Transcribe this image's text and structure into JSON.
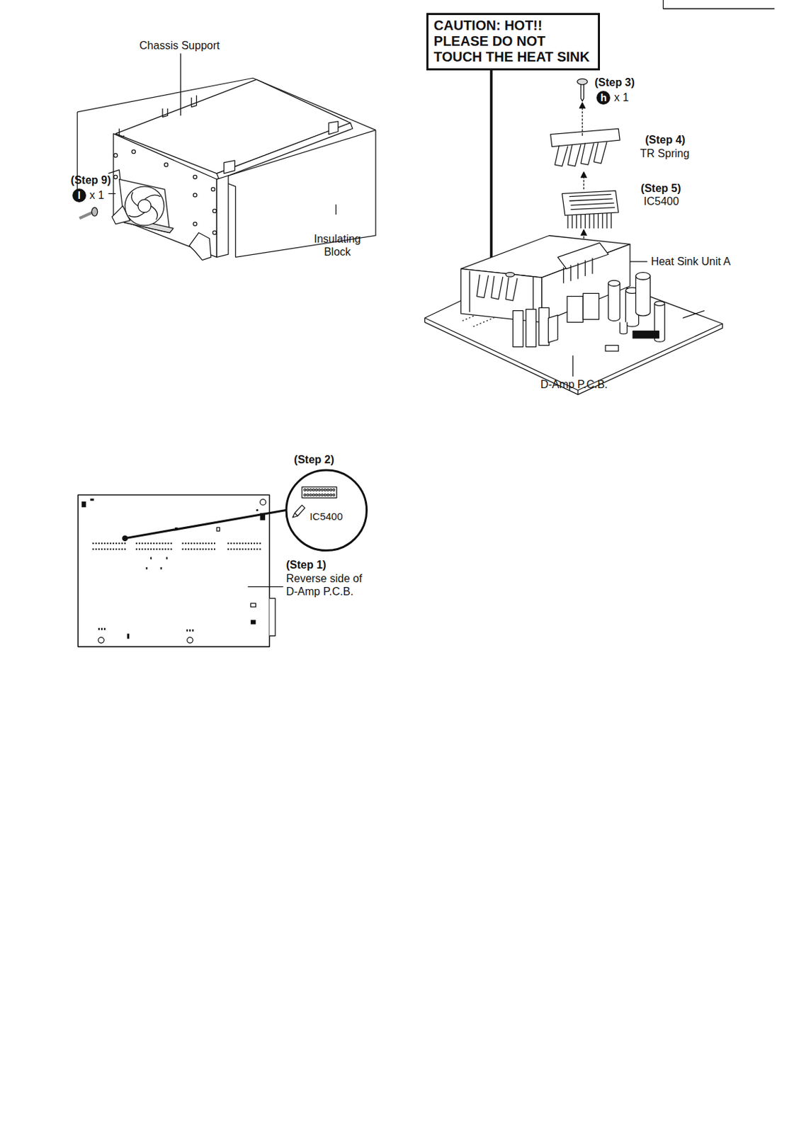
{
  "diagram": {
    "nodes": [
      {
        "text": [
          "CAUTION: HOT!! PLEASE DO NOT TOUCH THE HEAT SINK"
        ]
      },
      {
        "text": [
          "IC5400"
        ]
      }
    ],
    "labels": [
      "Chassis Support",
      "(Step 9)",
      "l",
      "x 1",
      "Insulating Block",
      "(Step 3)",
      "h",
      "x 1",
      "(Step 4)",
      "TR Spring",
      "(Step 5)",
      "IC5400",
      "Heat Sink Unit A",
      "D-Amp P.C.B.",
      "(Step 2)",
      "(Step 1)",
      "Reverse side of D-Amp P.C.B."
    ]
  }
}
